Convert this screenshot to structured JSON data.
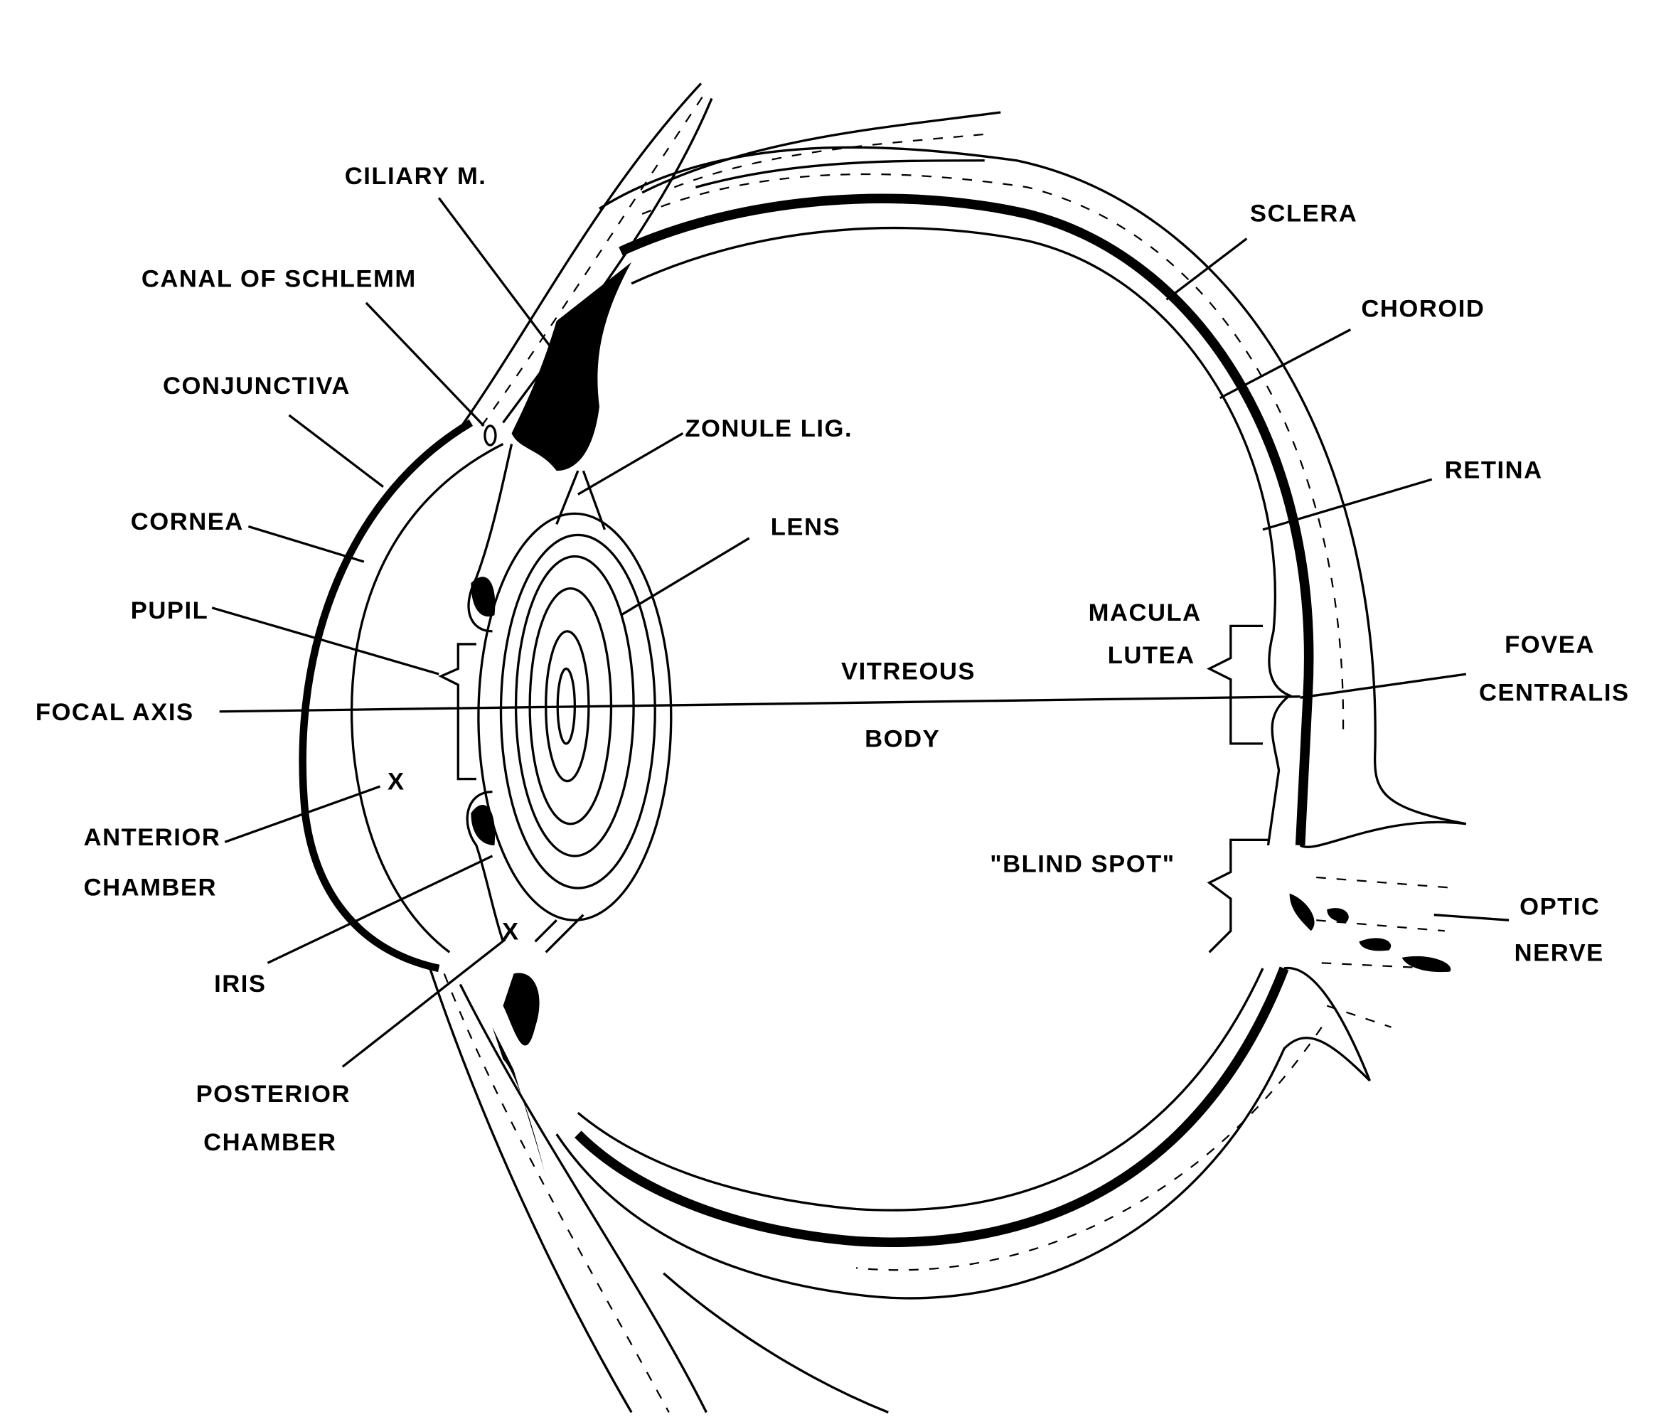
{
  "diagram": {
    "labels": {
      "ciliary_m": "CILIARY M.",
      "canal_of_schlemm": "CANAL OF SCHLEMM",
      "conjunctiva": "CONJUNCTIVA",
      "cornea": "CORNEA",
      "pupil": "PUPIL",
      "focal_axis": "FOCAL AXIS",
      "anterior_1": "ANTERIOR",
      "anterior_2": "CHAMBER",
      "iris": "IRIS",
      "posterior_1": "POSTERIOR",
      "posterior_2": "CHAMBER",
      "zonule_lig": "ZONULE LIG.",
      "lens": "LENS",
      "vitreous_1": "VITREOUS",
      "vitreous_2": "BODY",
      "sclera": "SCLERA",
      "choroid": "CHOROID",
      "retina": "RETINA",
      "macula_1": "MACULA",
      "macula_2": "LUTEA",
      "fovea_1": "FOVEA",
      "fovea_2": "CENTRALIS",
      "blind_spot": "\"BLIND SPOT\"",
      "optic_1": "OPTIC",
      "optic_2": "NERVE",
      "chamber_marker": "X",
      "chamber_marker_2": "X"
    },
    "colors": {
      "ink": "#000000",
      "background": "#ffffff"
    }
  }
}
